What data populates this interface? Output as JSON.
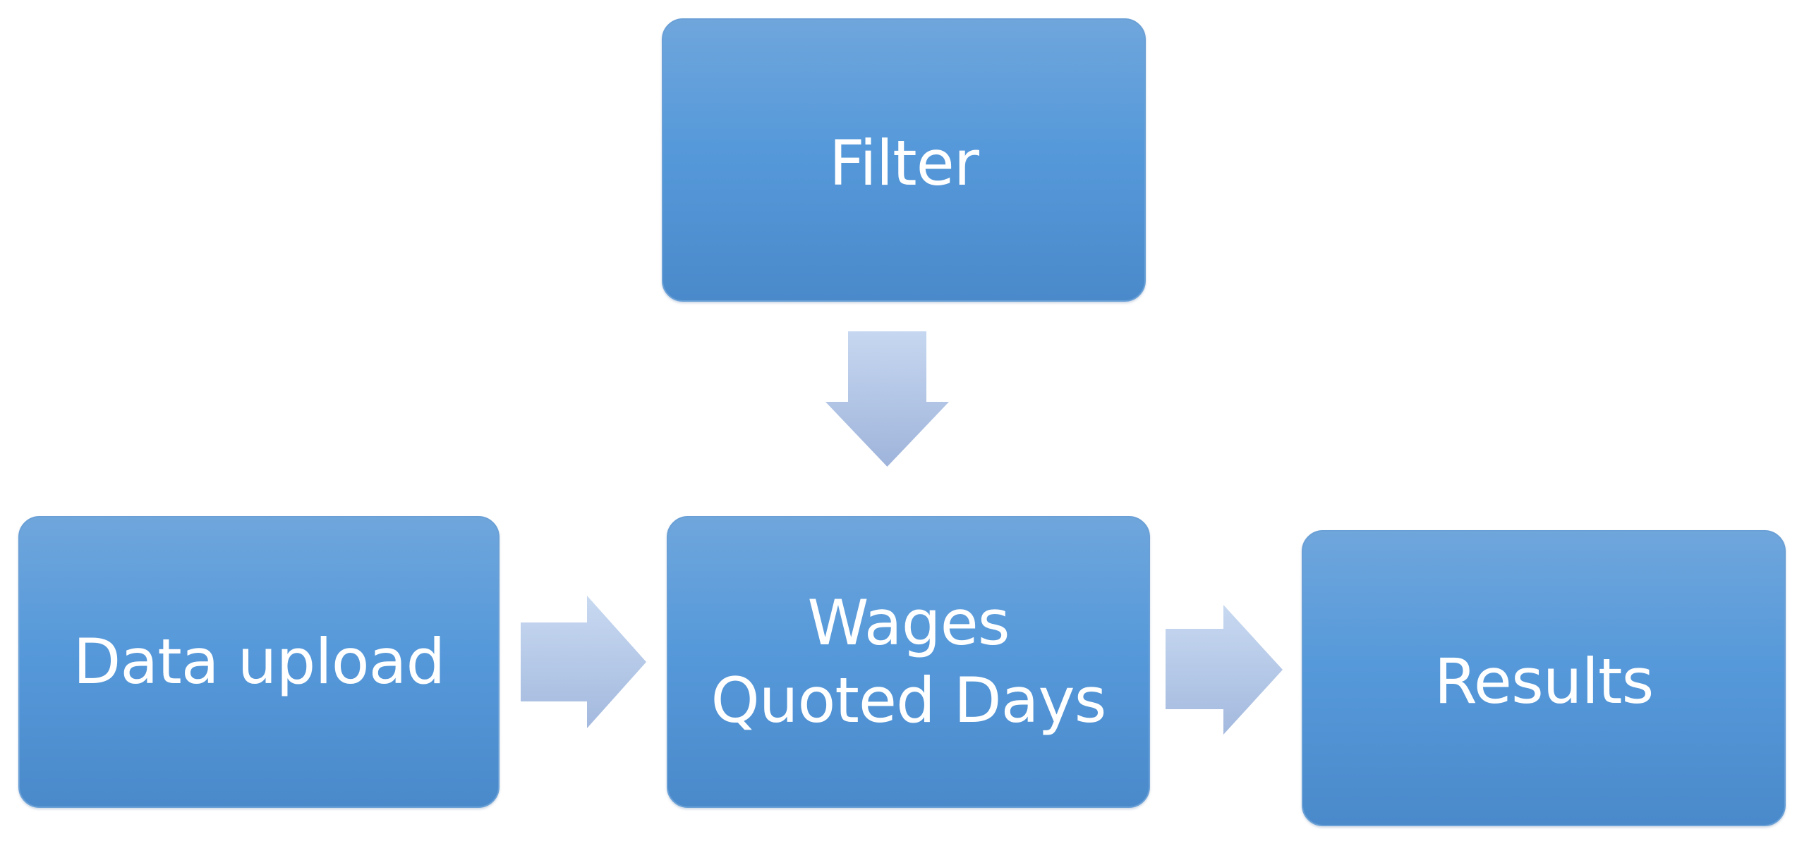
{
  "nodes": {
    "filter": {
      "label": "Filter"
    },
    "data_upload": {
      "label": "Data upload"
    },
    "wages": {
      "line1": "Wages",
      "line2": "Quoted Days"
    },
    "results": {
      "label": "Results"
    }
  },
  "colors": {
    "box_top": "#6fa6dc",
    "box_bottom": "#4a8acb",
    "arrow_light": "#c3d4ee",
    "arrow_dark": "#9fb6dc",
    "text": "#ffffff"
  }
}
